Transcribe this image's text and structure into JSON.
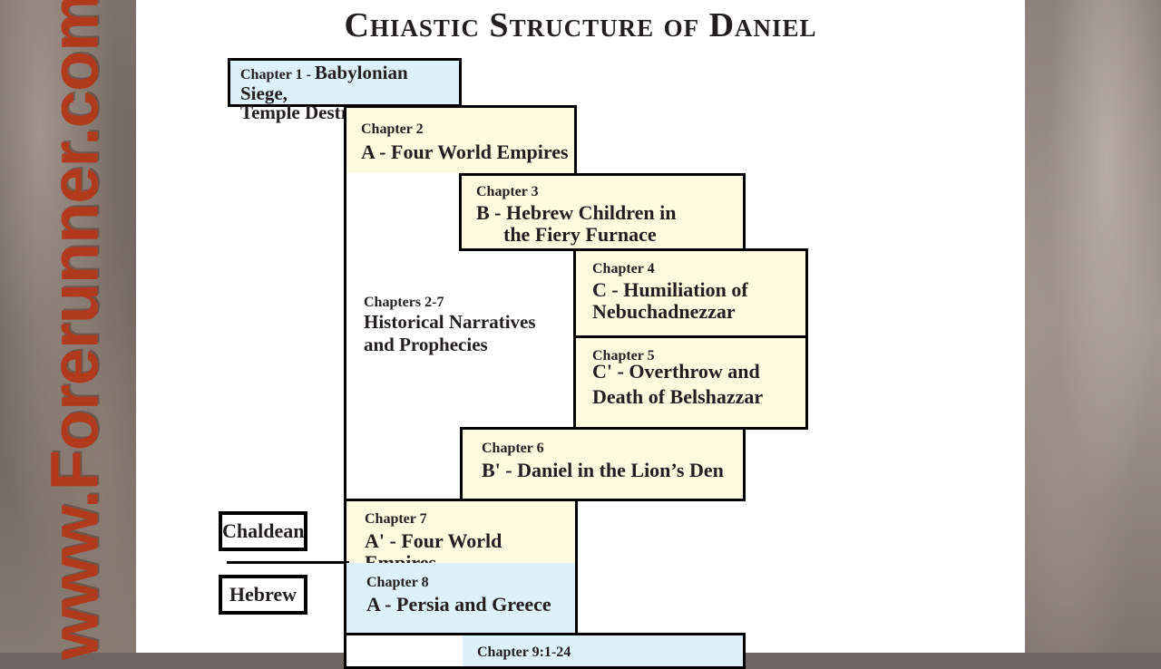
{
  "watermark": "www.Forerunner.com",
  "title": "Chiastic Structure of Daniel",
  "blocks": {
    "ch1": {
      "chapter": "Chapter 1 -",
      "label": "Babylonian Siege,",
      "label2": "Temple Destruction"
    },
    "ch2": {
      "chapter": "Chapter 2",
      "label": "A - Four World Empires"
    },
    "ch3": {
      "chapter": "Chapter 3",
      "label": "B - Hebrew Children in",
      "label2": "the Fiery Furnace"
    },
    "ch4": {
      "chapter": "Chapter 4",
      "label": "C - Humiliation of",
      "label2": "Nebuchadnezzar"
    },
    "ch5": {
      "chapter": "Chapter 5",
      "label": "C' - Overthrow and",
      "label2": "Death of Belshazzar"
    },
    "ch6": {
      "chapter": "Chapter 6",
      "label": "B' - Daniel in the Lion’s Den"
    },
    "ch27": {
      "chapter": "Chapters 2-7",
      "label": "Historical Narratives",
      "label2": "and Prophecies"
    },
    "ch7": {
      "chapter": "Chapter 7",
      "label": "A' - Four World Empires"
    },
    "ch8": {
      "chapter": "Chapter 8",
      "label": "A - Persia and Greece"
    },
    "ch9": {
      "chapter": "Chapter 9:1-24"
    }
  },
  "tags": {
    "chaldean": "Chaldean",
    "hebrew": "Hebrew"
  },
  "colors": {
    "cream": "#fcfbe0",
    "blue": "#dcf1f8",
    "watermark": "#b23a1c"
  }
}
